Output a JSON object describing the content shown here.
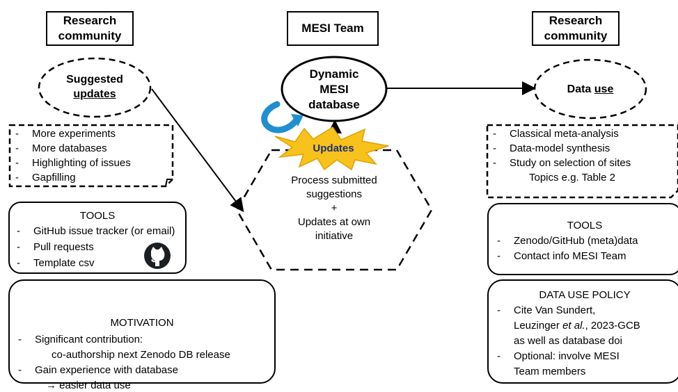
{
  "headers": {
    "left": [
      "Research",
      "community"
    ],
    "center": "MESI Team",
    "right": [
      "Research",
      "community"
    ]
  },
  "ellipses": {
    "suggested": [
      "Suggested",
      "updates"
    ],
    "database": [
      "Dynamic",
      "MESI",
      "database"
    ],
    "data_use": [
      "Data ",
      "use"
    ]
  },
  "updates_label": "Updates",
  "left_list": [
    "More experiments",
    "More databases",
    "Highlighting of issues",
    "Gapfilling"
  ],
  "left_tools": {
    "title": "TOOLS",
    "items": [
      "GitHub issue tracker (or email)",
      "Pull requests",
      "Template csv"
    ]
  },
  "motivation": {
    "title": "MOTIVATION",
    "lines": [
      "Significant contribution:",
      "co-authorship next Zenodo DB release",
      "Gain experience with database",
      "→ easier data use"
    ]
  },
  "center_hex": [
    "Process submitted",
    "suggestions",
    "+",
    "Updates at own",
    "initiative"
  ],
  "right_list": [
    "Classical meta-analysis",
    "Data-model synthesis",
    "Study on selection of sites",
    "Topics e.g. Table 2"
  ],
  "right_tools": {
    "title": "TOOLS",
    "items": [
      "Zenodo/GitHub (meta)data",
      "Contact info MESI Team"
    ]
  },
  "policy": {
    "title": "DATA USE POLICY",
    "l1": "Cite Van Sundert,",
    "l2a": "Leuzinger ",
    "l2b": "et al.",
    "l2c": ", 2023-GCB",
    "l3": "as well as database doi",
    "l4": "Optional: involve MESI",
    "l5": "Team members"
  },
  "bullet": "-",
  "colors": {
    "arrow_blue": "#1f8fd0",
    "burst_fill": "#f7c21c",
    "burst_stroke": "#e0a000",
    "updates_text": "#1a2f7a"
  }
}
